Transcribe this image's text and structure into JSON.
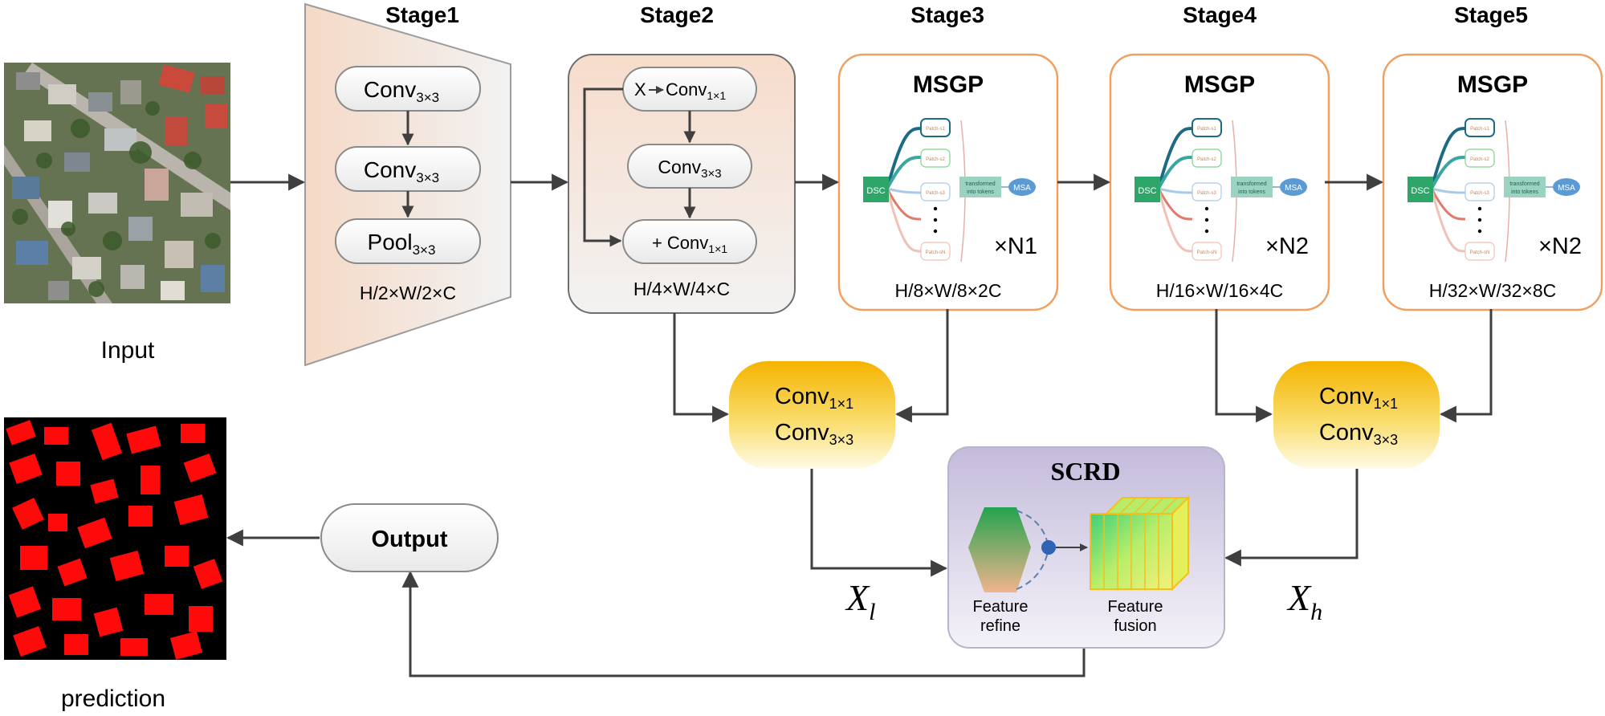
{
  "stages": {
    "s1": "Stage1",
    "s2": "Stage2",
    "s3": "Stage3",
    "s4": "Stage4",
    "s5": "Stage5"
  },
  "input_label": "Input",
  "prediction_label": "prediction",
  "stage1": {
    "conv_a": "Conv",
    "conv_a_sub": "3×3",
    "conv_b": "Conv",
    "conv_b_sub": "3×3",
    "pool": "Pool",
    "pool_sub": "3×3",
    "dims": "H/2×W/2×C"
  },
  "stage2": {
    "top_prefix": "X",
    "top_conv": "Conv",
    "top_sub": "1×1",
    "mid_conv": "Conv",
    "mid_sub": "3×3",
    "bot_conv": "+ Conv",
    "bot_sub": "1×1",
    "dims": "H/4×W/4×C"
  },
  "msgp": [
    {
      "title": "MSGP",
      "repeat": "×N1",
      "dims": "H/8×W/8×2C"
    },
    {
      "title": "MSGP",
      "repeat": "×N2",
      "dims": "H/16×W/16×4C"
    },
    {
      "title": "MSGP",
      "repeat": "×N2",
      "dims": "H/32×W/32×8C"
    }
  ],
  "msgp_inner": {
    "dsc": "DSC",
    "patch1": "Patch-s1",
    "patch2": "Patch-s2",
    "patch3": "Patch-s3",
    "patchn": "Patch-sN",
    "tokens_l1": "transformed",
    "tokens_l2": "into tokens",
    "msa": "MSA"
  },
  "conv_blocks": {
    "left_l1": "Conv",
    "left_l1_sub": "1×1",
    "left_l2": "Conv",
    "left_l2_sub": "3×3",
    "right_l1": "Conv",
    "right_l1_sub": "1×1",
    "right_l2": "Conv",
    "right_l2_sub": "3×3"
  },
  "scrd": {
    "title": "SCRD",
    "refine_l1": "Feature",
    "refine_l2": "refine",
    "fusion_l1": "Feature",
    "fusion_l2": "fusion"
  },
  "output_label": "Output",
  "xl": {
    "main": "X",
    "sub": "l"
  },
  "xh": {
    "main": "X",
    "sub": "h"
  },
  "colors": {
    "arrow": "#3f3f3f",
    "msgp_border": "#f0a060",
    "conv_orange": "#f5b800",
    "scrd_bg": "#c9c1dc",
    "building_red": "#ff0a0a",
    "dsc_green": "#2ea66a",
    "msa_blue": "#5b9bd5"
  }
}
